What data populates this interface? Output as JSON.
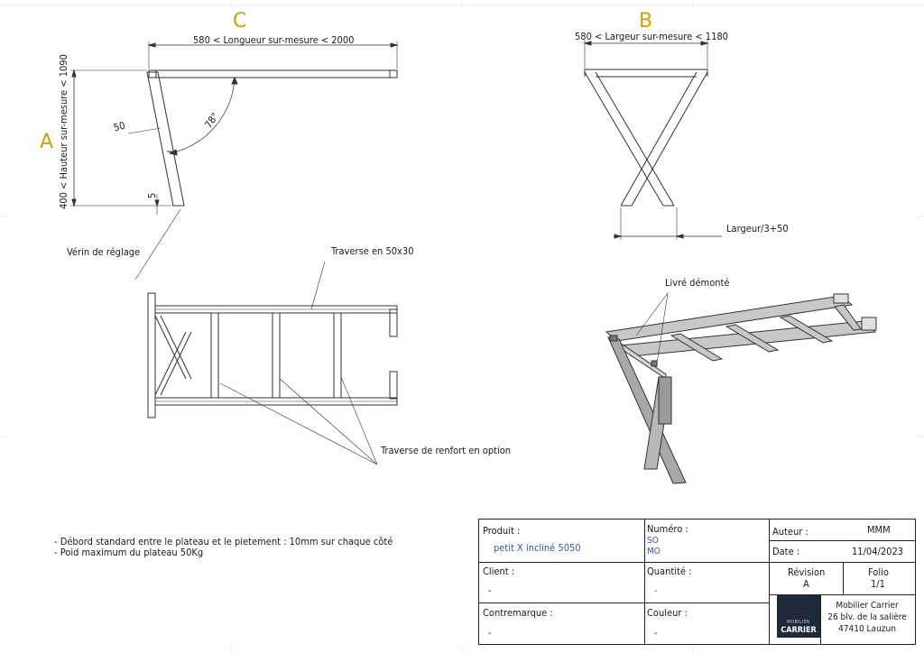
{
  "view_labels": {
    "a": "A",
    "b": "B",
    "c": "C"
  },
  "dims": {
    "length": "580 < Longueur sur-mesure < 2000",
    "width": "580 < Largeur sur-mesure < 1180",
    "height": "400 < Hauteur sur-mesure < 1090",
    "fifty": "50",
    "angle": "78°",
    "five": "5",
    "half_width": "Largeur/3+50"
  },
  "callouts": {
    "verin": "Vérin de réglage",
    "traverse": "Traverse en 50x30",
    "livre": "Livré démonté",
    "renfort": "Traverse de renfort en option"
  },
  "notes": [
    "- Débord standard entre le plateau et le pietement : 10mm sur chaque côté",
    "- Poid maximum du plateau 50Kg"
  ],
  "title_block": {
    "produit_label": "Produit :",
    "produit_value": "petit X incliné 5050",
    "numero_label": "Numéro :",
    "numero_v1": "SO",
    "numero_v2": "MO",
    "auteur_label": "Auteur :",
    "auteur_value": "MMM",
    "date_label": "Date :",
    "date_value": "11/04/2023",
    "client_label": "Client :",
    "client_value": "-",
    "quantite_label": "Quantité :",
    "quantite_value": "-",
    "revision_label": "Révision",
    "revision_value": "A",
    "folio_label": "Folio",
    "folio_value": "1/1",
    "contremarque_label": "Contremarque :",
    "contremarque_value": "-",
    "couleur_label": "Couleur :",
    "couleur_value": "-",
    "logo_line1": "MOBILIER",
    "logo_line2": "CARRIER",
    "company_name": "Mobilier Carrier",
    "company_street": "26 blv. de la salière",
    "company_city": "47410 Lauzun"
  }
}
